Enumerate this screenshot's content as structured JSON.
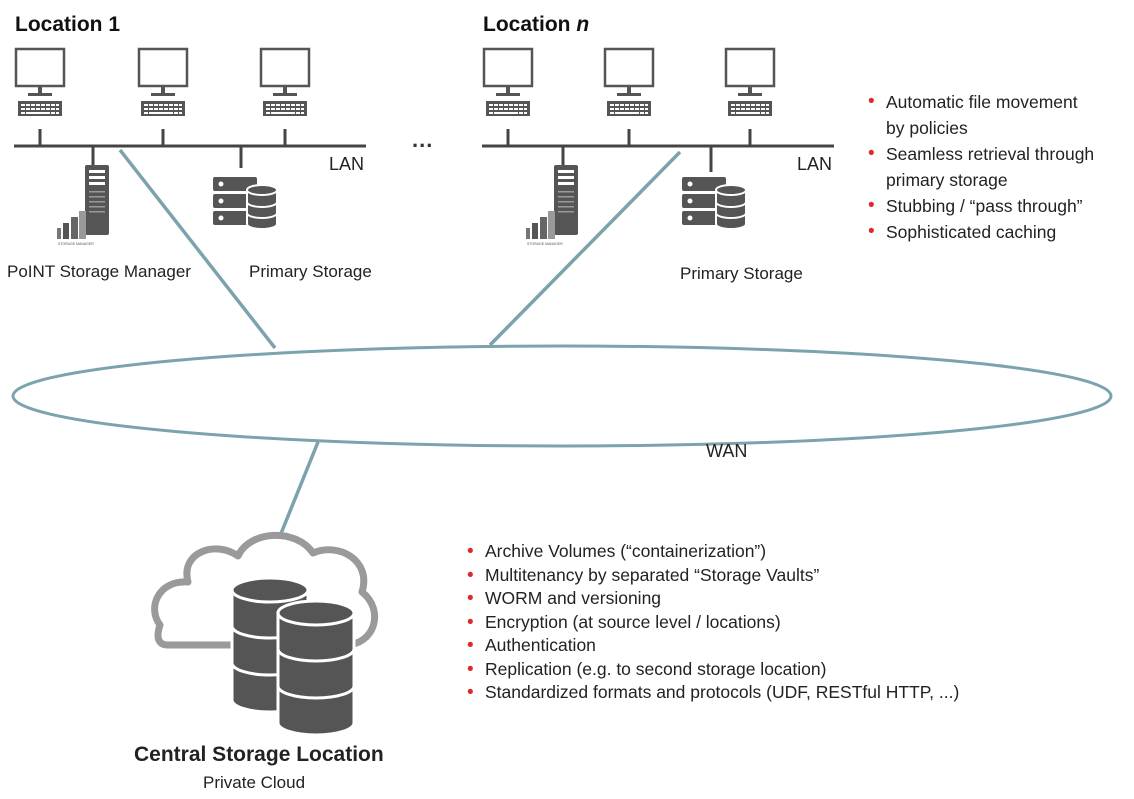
{
  "location1": {
    "title": "Location 1",
    "lan_label": "LAN",
    "psm_label": "PoINT Storage Manager",
    "primary_label": "Primary Storage"
  },
  "locationN": {
    "title_prefix": "Location ",
    "title_var": "n",
    "lan_label": "LAN",
    "primary_label": "Primary Storage"
  },
  "ellipsis": "...",
  "wan_label": "WAN",
  "logo": {
    "text": "STORAGE MANAGER"
  },
  "top_features": [
    {
      "line1": "Automatic file movement",
      "line2": "by policies"
    },
    {
      "line1": "Seamless retrieval through",
      "line2": "primary storage"
    },
    {
      "line1": "Stubbing / “pass through”"
    },
    {
      "line1": "Sophisticated caching"
    }
  ],
  "central": {
    "title": "Central Storage Location",
    "subtitle": "Private Cloud"
  },
  "central_features": [
    "Archive Volumes (“containerization”)",
    "Multitenancy by separated “Storage Vaults”",
    "WORM and versioning",
    "Encryption (at source level / locations)",
    "Authentication",
    "Replication (e.g. to second storage location)",
    "Standardized formats and protocols (UDF, RESTful HTTP, ...)"
  ],
  "colors": {
    "link": "#7ca3ad",
    "bullet": "#e0282c",
    "device": "#555555",
    "cloud": "#9a9a9a"
  }
}
